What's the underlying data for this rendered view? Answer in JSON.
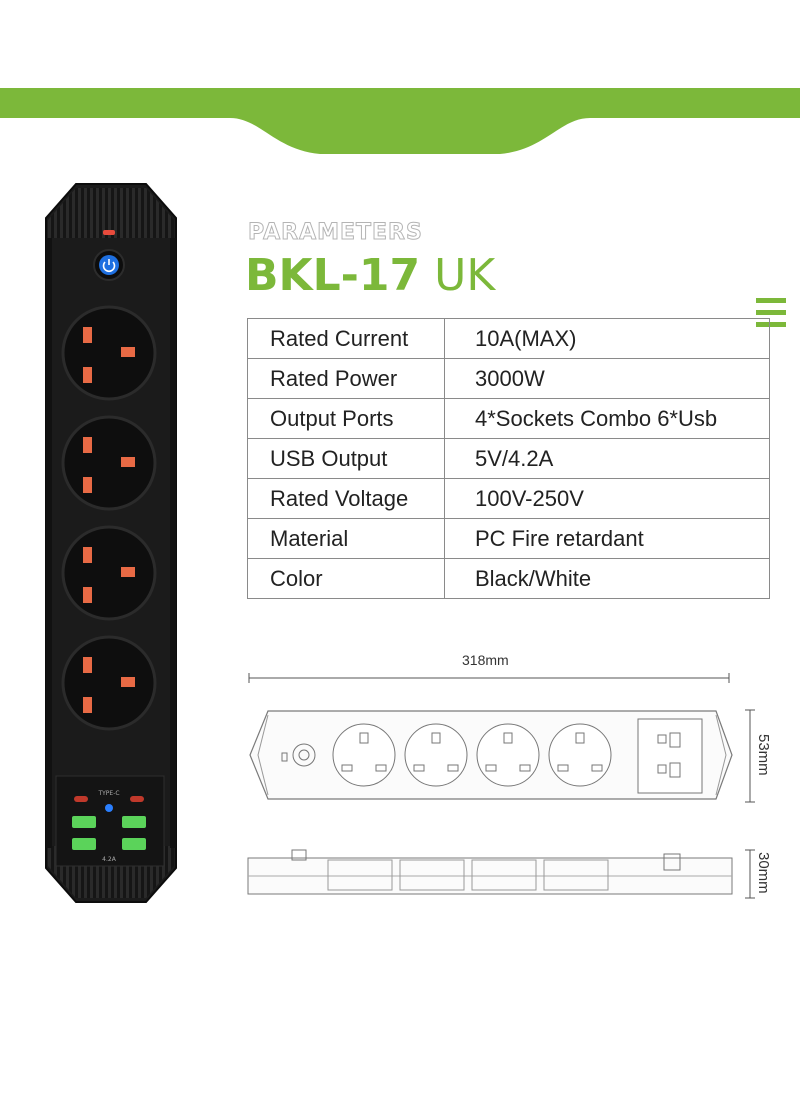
{
  "heading": {
    "section_label": "PARAMETERS",
    "model_bold": "BKL-17",
    "model_suffix": "UK"
  },
  "colors": {
    "accent_green": "#7cb83a",
    "product_black": "#1c1c1c",
    "socket_pin": "#e86a45",
    "usb_green": "#5bd35a",
    "power_button": "#1e6fe0"
  },
  "specs": [
    {
      "key": "Rated Current",
      "value": "10A(MAX)"
    },
    {
      "key": "Rated Power",
      "value": "3000W"
    },
    {
      "key": "Output Ports",
      "value": "4*Sockets Combo 6*Usb"
    },
    {
      "key": "USB Output",
      "value": "5V/4.2A"
    },
    {
      "key": "Rated Voltage",
      "value": "100V-250V"
    },
    {
      "key": "Material",
      "value": "PC Fire retardant"
    },
    {
      "key": "Color",
      "value": "Black/White"
    }
  ],
  "dimensions": {
    "length": "318mm",
    "width": "53mm",
    "height": "30mm"
  },
  "product": {
    "usb_label_top": "TYPE-C",
    "usb_label_bottom": "4.2A",
    "socket_count": 4
  }
}
